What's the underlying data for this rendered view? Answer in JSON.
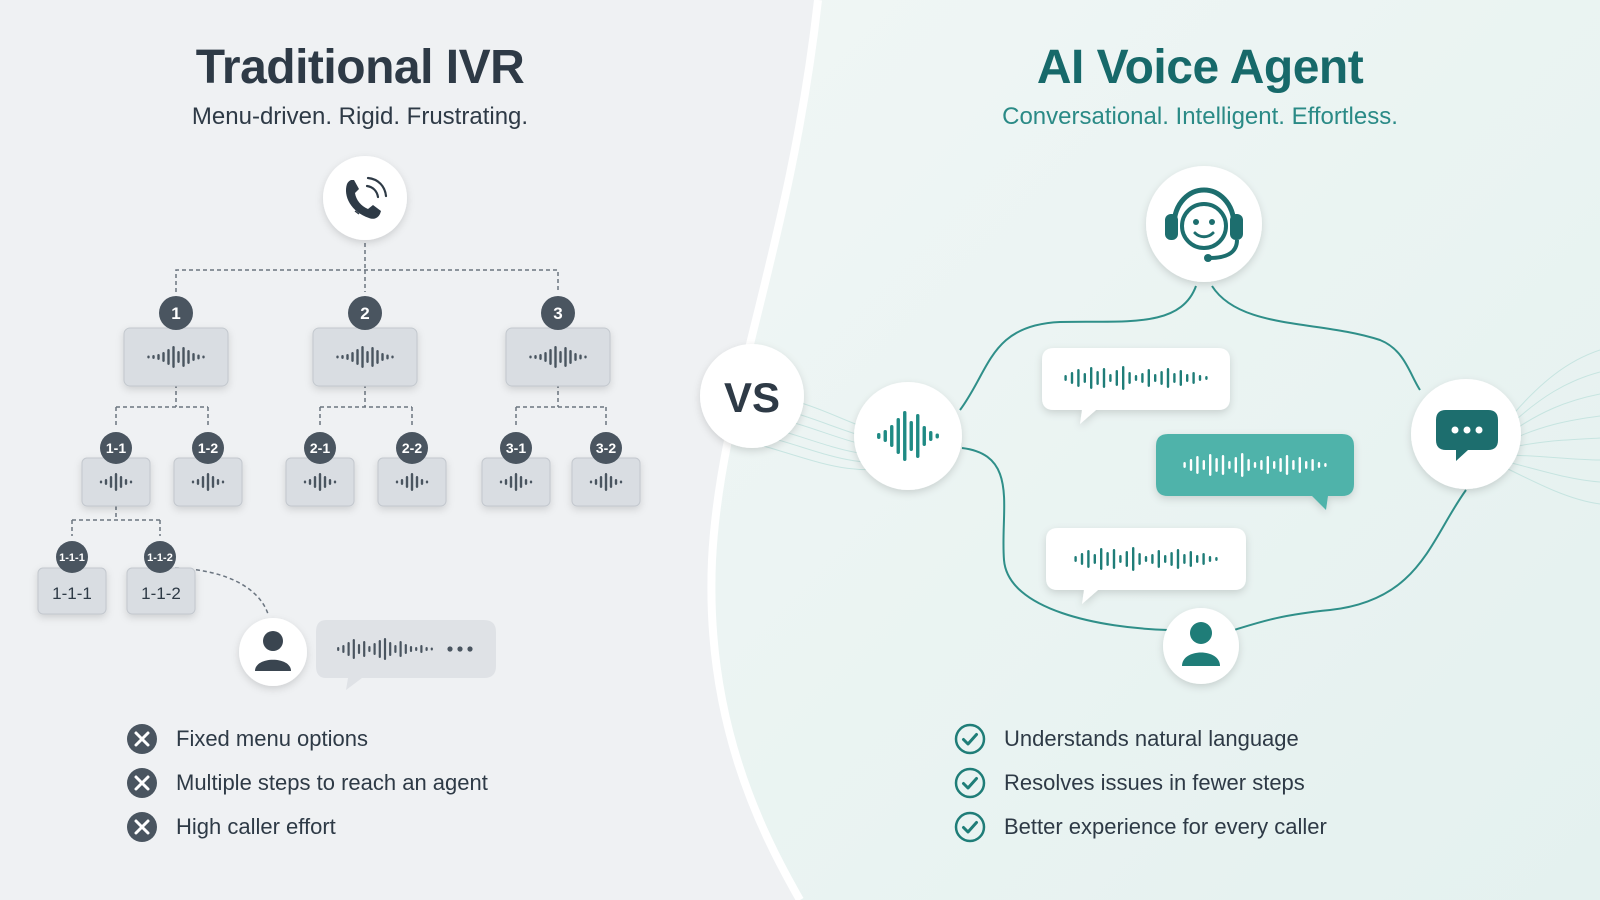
{
  "left": {
    "title": "Traditional IVR",
    "subtitle": "Menu-driven. Rigid. Frustrating.",
    "start_icon": "phone-icon",
    "menu_level1": [
      "1",
      "2",
      "3"
    ],
    "menu_level2": [
      "1-1",
      "1-2",
      "2-1",
      "2-2",
      "3-1",
      "3-2"
    ],
    "menu_level3": [
      "1-1-1",
      "1-1-2"
    ],
    "caller_icon": "user-icon",
    "caller_bubble_icon": "waveform-icon",
    "features": [
      {
        "text": "Fixed menu options",
        "icon": "x-circle-icon"
      },
      {
        "text": "Multiple steps to reach an agent",
        "icon": "x-circle-icon"
      },
      {
        "text": "High caller effort",
        "icon": "x-circle-icon"
      }
    ]
  },
  "vs_label": "VS",
  "right": {
    "title": "AI Voice Agent",
    "subtitle": "Conversational. Intelligent. Effortless.",
    "agent_icon": "headset-agent-icon",
    "voice_icon": "waveform-icon",
    "chat_icon": "chat-bubble-icon",
    "caller_icon": "user-icon",
    "features": [
      {
        "text": "Understands natural language",
        "icon": "check-circle-icon"
      },
      {
        "text": "Resolves issues in fewer steps",
        "icon": "check-circle-icon"
      },
      {
        "text": "Better experience for every caller",
        "icon": "check-circle-icon"
      }
    ]
  },
  "colors": {
    "left_background": "#eff1f3",
    "right_background": "#eaf4f3",
    "left_text": "#2e3a46",
    "right_title": "#17696a",
    "right_subtitle": "#2a8a86",
    "teal_accent": "#3aa9a1",
    "node_badge": "#4a5560",
    "menu_box": "#d9dde2"
  }
}
